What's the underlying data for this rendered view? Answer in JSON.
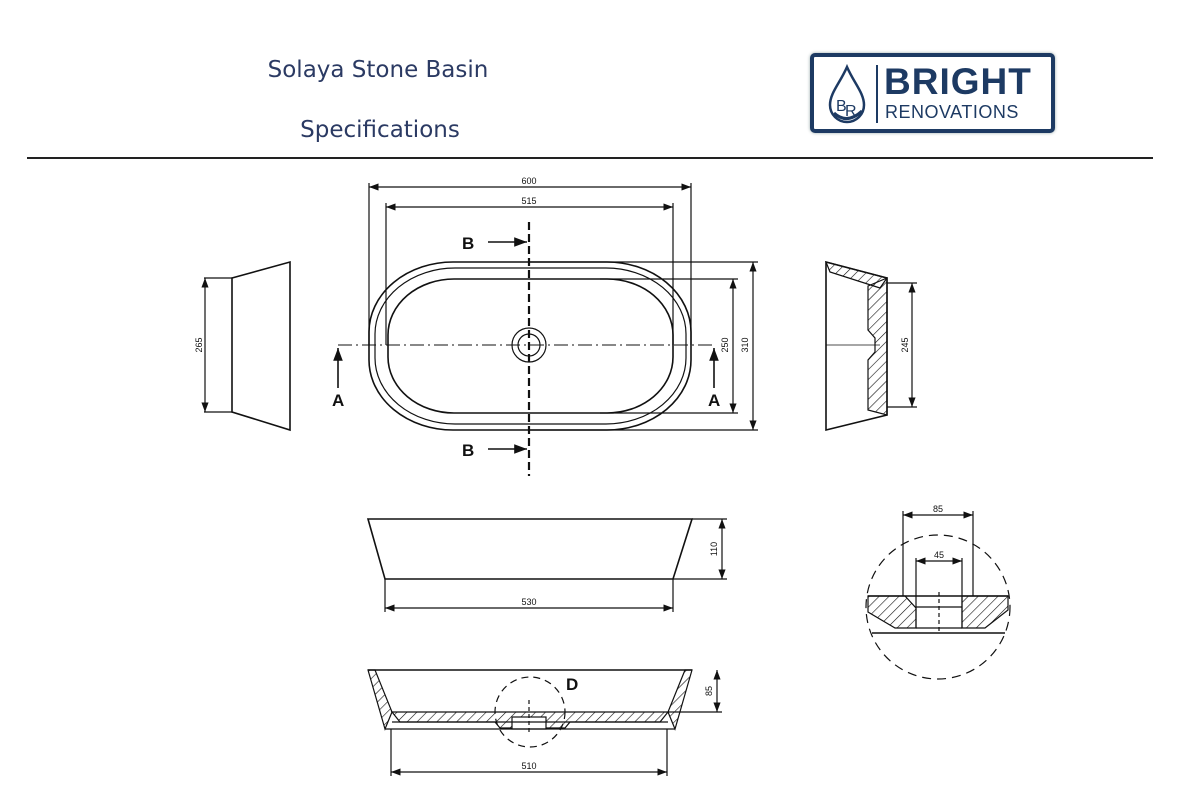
{
  "header": {
    "title": "Solaya Stone Basin",
    "subtitle": "Specifications"
  },
  "logo": {
    "line1": "BRIGHT",
    "line2": "RENOVATIONS",
    "monogram": "BR",
    "color": "#1d3a63"
  },
  "drawing": {
    "top_view": {
      "width_overall": "600",
      "width_inner": "515",
      "depth_overall": "310",
      "depth_inner": "250",
      "section_a": "A",
      "section_b": "B"
    },
    "end_view": {
      "height": "265"
    },
    "section_b_view": {
      "inner": "245"
    },
    "front_view": {
      "height": "110",
      "base_width": "530"
    },
    "section_a_view": {
      "depth": "85",
      "base_width": "510",
      "detail_label": "D"
    },
    "detail_d": {
      "outer": "85",
      "inner": "45"
    }
  }
}
